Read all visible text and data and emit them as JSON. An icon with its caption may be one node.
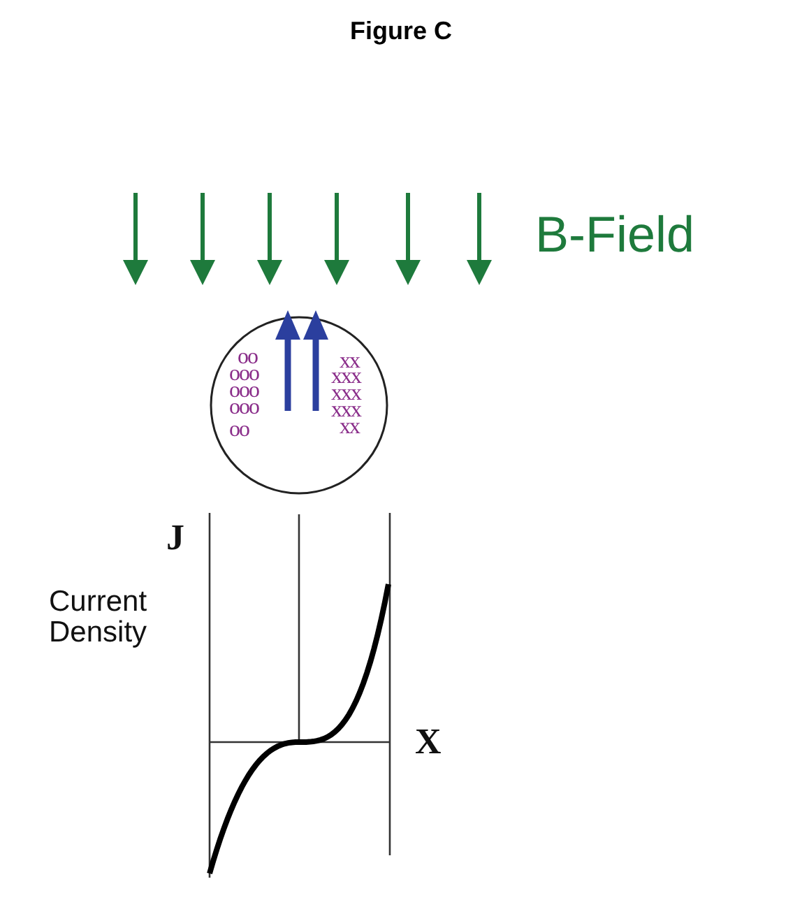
{
  "diagram": {
    "title": "Figure C",
    "labels": [
      "B-Field",
      "oo",
      "ooo",
      "ooo",
      "ooo",
      "oo",
      "xx",
      "xxx",
      "xxx",
      "xxx",
      "xx",
      "J",
      "Current Density",
      "X"
    ]
  }
}
